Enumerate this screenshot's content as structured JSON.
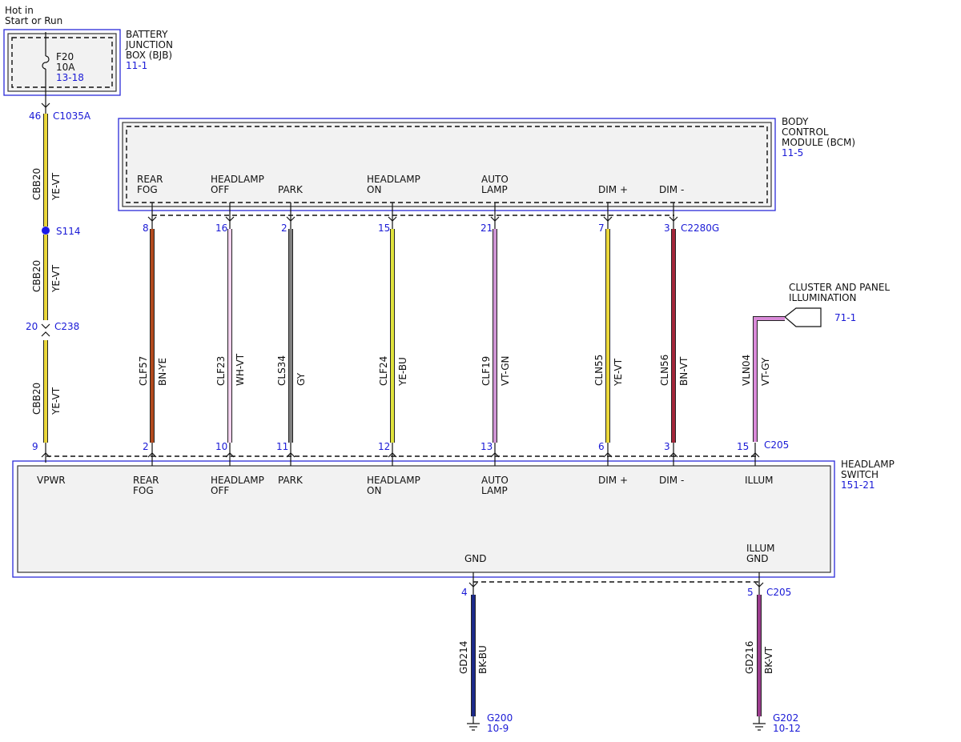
{
  "source": {
    "line1": "Hot in",
    "line2": "Start or Run"
  },
  "bjb": {
    "label": [
      "BATTERY",
      "JUNCTION",
      "BOX (BJB)"
    ],
    "ref": "11-1",
    "fuse_id": "F20",
    "fuse_rating": "10A",
    "fuse_ref": "13-18"
  },
  "bcm": {
    "label": [
      "BODY",
      "CONTROL",
      "MODULE (BCM)"
    ],
    "ref": "11-5",
    "pins": [
      {
        "l1": "REAR",
        "l2": "FOG"
      },
      {
        "l1": "HEADLAMP",
        "l2": "OFF"
      },
      {
        "l1": "PARK",
        "l2": ""
      },
      {
        "l1": "HEADLAMP",
        "l2": "ON"
      },
      {
        "l1": "AUTO",
        "l2": "LAMP"
      },
      {
        "l1": "DIM +",
        "l2": ""
      },
      {
        "l1": "DIM -",
        "l2": ""
      }
    ],
    "connector": "C2280G"
  },
  "feed": {
    "pin_bjb": "46",
    "connector_bjb": "C1035A",
    "splice": "S114",
    "pin_c238": "20",
    "connector_c238": "C238",
    "pin_hs": "9",
    "segments": [
      {
        "circuit": "CBB20",
        "color": "YE-VT"
      },
      {
        "circuit": "CBB20",
        "color": "YE-VT"
      },
      {
        "circuit": "CBB20",
        "color": "YE-VT"
      }
    ],
    "wire_color": "#e9d63a"
  },
  "wires": [
    {
      "bcm_pin": "8",
      "hs_pin": "2",
      "circuit": "CLF57",
      "color": "BN-YE",
      "hex": "#b24a1d"
    },
    {
      "bcm_pin": "16",
      "hs_pin": "10",
      "circuit": "CLF23",
      "color": "WH-VT",
      "hex": "#f4d3ef"
    },
    {
      "bcm_pin": "2",
      "hs_pin": "11",
      "circuit": "CLS34",
      "color": "GY",
      "hex": "#808080"
    },
    {
      "bcm_pin": "15",
      "hs_pin": "12",
      "circuit": "CLF24",
      "color": "YE-BU",
      "hex": "#dfe23c"
    },
    {
      "bcm_pin": "21",
      "hs_pin": "13",
      "circuit": "CLF19",
      "color": "VT-GN",
      "hex": "#cf95d4"
    },
    {
      "bcm_pin": "7",
      "hs_pin": "6",
      "circuit": "CLN55",
      "color": "YE-VT",
      "hex": "#ecd83a"
    },
    {
      "bcm_pin": "3",
      "hs_pin": "3",
      "circuit": "CLN56",
      "color": "BN-VT",
      "hex": "#a3263a"
    }
  ],
  "illum": {
    "label": [
      "CLUSTER AND PANEL",
      "ILLUMINATION"
    ],
    "ref": "71-1",
    "circuit": "VLN04",
    "color": "VT-GY",
    "hex": "#d98ad8",
    "hs_pin": "15",
    "connector": "C205"
  },
  "hs": {
    "label": [
      "HEADLAMP",
      "SWITCH"
    ],
    "ref": "151-21",
    "pins": [
      {
        "l1": "VPWR",
        "l2": ""
      },
      {
        "l1": "REAR",
        "l2": "FOG"
      },
      {
        "l1": "HEADLAMP",
        "l2": "OFF"
      },
      {
        "l1": "PARK",
        "l2": ""
      },
      {
        "l1": "HEADLAMP",
        "l2": "ON"
      },
      {
        "l1": "AUTO",
        "l2": "LAMP"
      },
      {
        "l1": "DIM +",
        "l2": ""
      },
      {
        "l1": "DIM -",
        "l2": ""
      },
      {
        "l1": "ILLUM",
        "l2": ""
      }
    ],
    "gnd_label": "GND",
    "illum_gnd": {
      "l1": "ILLUM",
      "l2": "GND"
    }
  },
  "grounds": [
    {
      "pin": "4",
      "circuit": "GD214",
      "color": "BK-BU",
      "hex": "#1c2a8a",
      "ground": "G200",
      "ref": "10-9",
      "connector": ""
    },
    {
      "pin": "5",
      "circuit": "GD216",
      "color": "BK-VT",
      "hex": "#9c3c8e",
      "ground": "G202",
      "ref": "10-12",
      "connector": "C205"
    }
  ]
}
